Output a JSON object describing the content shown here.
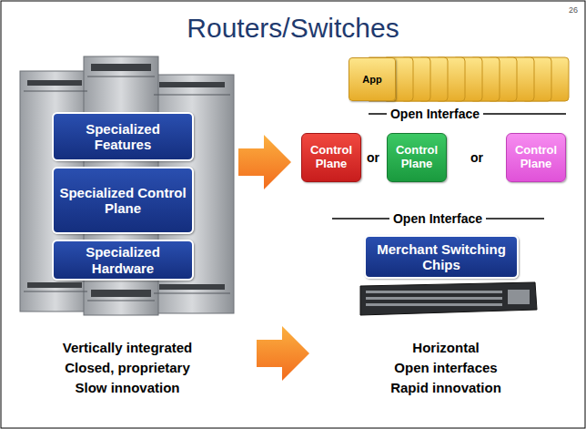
{
  "diagram": {
    "title": "Routers/Switches",
    "nodes": [
      {
        "text": [
          "Specialized Features"
        ]
      },
      {
        "text": [
          "Specialized Control Plane"
        ]
      },
      {
        "text": [
          "Specialized Hardware"
        ]
      },
      {
        "text": [
          "App"
        ]
      },
      {
        "text": [
          "Control Plane"
        ]
      },
      {
        "text": [
          "Control Plane"
        ]
      },
      {
        "text": [
          "Control Plane"
        ]
      },
      {
        "text": [
          "Merchant Switching Chips"
        ]
      }
    ],
    "labels": [
      "26",
      "Open Interface",
      "or",
      "or",
      "Open Interface",
      "Vertically integrated",
      "Closed, proprietary",
      "Slow innovation",
      "Horizontal",
      "Open interfaces",
      "Rapid innovation"
    ]
  }
}
